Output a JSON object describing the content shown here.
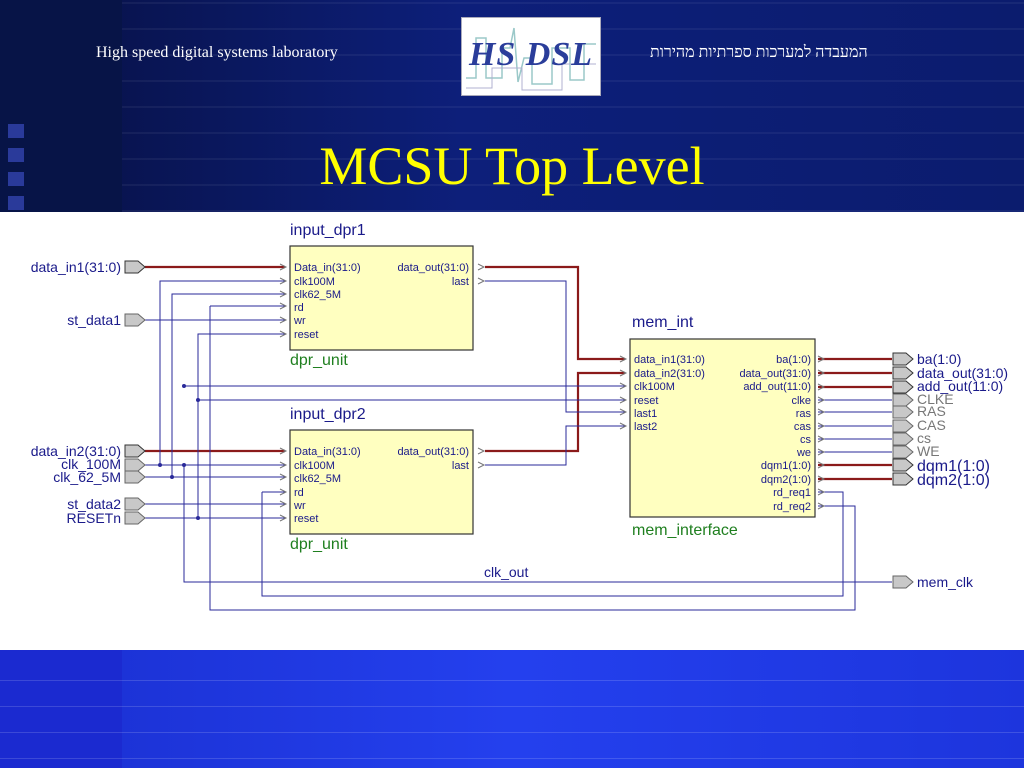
{
  "header": {
    "lab_name_en": "High speed digital systems laboratory",
    "lab_name_he": "המעבדה למערכות ספרתיות מהירות",
    "logo_text": "HS DSL",
    "title": "MCSU Top Level"
  },
  "diagram": {
    "inputs": {
      "data_in1": "data_in1(31:0)",
      "st_data1": "st_data1",
      "data_in2": "data_in2(31:0)",
      "clk_100M": "clk_100M",
      "clk_62_5M": "clk_62_5M",
      "st_data2": "st_data2",
      "RESETn": "RESETn"
    },
    "blocks": {
      "dpr1": {
        "instance": "input_dpr1",
        "entity": "dpr_unit",
        "ports_in": [
          "Data_in(31:0)",
          "clk100M",
          "clk62_5M",
          "rd",
          "wr",
          "reset"
        ],
        "ports_out": [
          "data_out(31:0)",
          "last"
        ]
      },
      "dpr2": {
        "instance": "input_dpr2",
        "entity": "dpr_unit",
        "ports_in": [
          "Data_in(31:0)",
          "clk100M",
          "clk62_5M",
          "rd",
          "wr",
          "reset"
        ],
        "ports_out": [
          "data_out(31:0)",
          "last"
        ]
      },
      "mem": {
        "instance": "mem_int",
        "entity": "mem_interface",
        "ports_in": [
          "data_in1(31:0)",
          "data_in2(31:0)",
          "clk100M",
          "reset",
          "last1",
          "last2"
        ],
        "ports_out": [
          "ba(1:0)",
          "data_out(31:0)",
          "add_out(11:0)",
          "clke",
          "ras",
          "cas",
          "cs",
          "we",
          "dqm1(1:0)",
          "dqm2(1:0)",
          "rd_req1",
          "rd_req2"
        ]
      }
    },
    "outputs": [
      "ba(1:0)",
      "data_out(31:0)",
      "add_out(11:0)",
      "CLKE",
      "RAS",
      "CAS",
      "cs",
      "WE",
      "dqm1(1:0)",
      "dqm2(1:0)"
    ],
    "clk_out_label": "clk_out",
    "mem_clk": "mem_clk"
  },
  "colors": {
    "background": "#0b1c6e",
    "title": "#ffff00",
    "block_fill": "#ffffc0",
    "bus_wire": "#8b1a1a",
    "signal_wire": "#2a2a9a",
    "entity_label": "#1f7f1f"
  }
}
